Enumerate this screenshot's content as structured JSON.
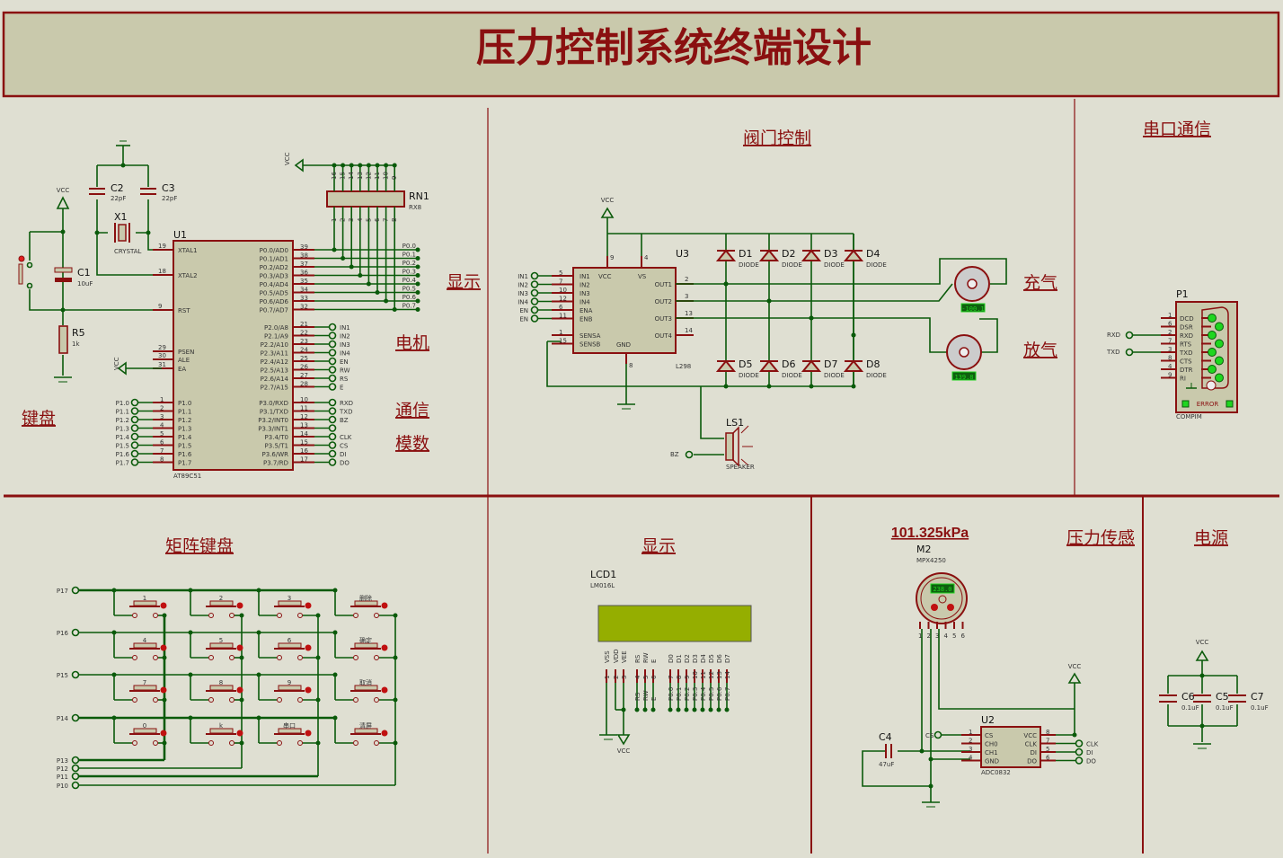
{
  "title": "压力控制系统终端设计",
  "sections": {
    "valve_control": "阀门控制",
    "serial_comm": "串口通信",
    "keyboard": "键盘",
    "display_top": "显示",
    "motor": "电机",
    "comm": "通信",
    "adc": "模数",
    "inflate": "充气",
    "deflate": "放气",
    "matrix_keyboard": "矩阵键盘",
    "display_bottom": "显示",
    "pressure_sensor": "压力传感",
    "power": "电源",
    "pressure_reading": "101.325kPa"
  },
  "mcu": {
    "ref": "U1",
    "part": "AT89C51",
    "left_pins": [
      {
        "num": "19",
        "name": "XTAL1"
      },
      {
        "num": "18",
        "name": "XTAL2"
      },
      {
        "num": "9",
        "name": "RST"
      },
      {
        "num": "29",
        "name": "PSEN"
      },
      {
        "num": "30",
        "name": "ALE"
      },
      {
        "num": "31",
        "name": "EA"
      }
    ],
    "p1_pins": [
      {
        "num": "1",
        "name": "P1.0",
        "net": "P1.0"
      },
      {
        "num": "2",
        "name": "P1.1",
        "net": "P1.1"
      },
      {
        "num": "3",
        "name": "P1.2",
        "net": "P1.2"
      },
      {
        "num": "4",
        "name": "P1.3",
        "net": "P1.3"
      },
      {
        "num": "5",
        "name": "P1.4",
        "net": "P1.4"
      },
      {
        "num": "6",
        "name": "P1.5",
        "net": "P1.5"
      },
      {
        "num": "7",
        "name": "P1.6",
        "net": "P1.6"
      },
      {
        "num": "8",
        "name": "P1.7",
        "net": "P1.7"
      }
    ],
    "p0_pins": [
      {
        "num": "39",
        "name": "P0.0/AD0",
        "net": "P0.0"
      },
      {
        "num": "38",
        "name": "P0.1/AD1",
        "net": "P0.1"
      },
      {
        "num": "37",
        "name": "P0.2/AD2",
        "net": "P0.2"
      },
      {
        "num": "36",
        "name": "P0.3/AD3",
        "net": "P0.3"
      },
      {
        "num": "35",
        "name": "P0.4/AD4",
        "net": "P0.4"
      },
      {
        "num": "34",
        "name": "P0.5/AD5",
        "net": "P0.5"
      },
      {
        "num": "33",
        "name": "P0.6/AD6",
        "net": "P0.6"
      },
      {
        "num": "32",
        "name": "P0.7/AD7",
        "net": "P0.7"
      }
    ],
    "p2_pins": [
      {
        "num": "21",
        "name": "P2.0/A8",
        "net": "IN1"
      },
      {
        "num": "22",
        "name": "P2.1/A9",
        "net": "IN2"
      },
      {
        "num": "23",
        "name": "P2.2/A10",
        "net": "IN3"
      },
      {
        "num": "24",
        "name": "P2.3/A11",
        "net": "IN4"
      },
      {
        "num": "25",
        "name": "P2.4/A12",
        "net": "EN"
      },
      {
        "num": "26",
        "name": "P2.5/A13",
        "net": "RW"
      },
      {
        "num": "27",
        "name": "P2.6/A14",
        "net": "RS"
      },
      {
        "num": "28",
        "name": "P2.7/A15",
        "net": "E"
      }
    ],
    "p3_pins": [
      {
        "num": "10",
        "name": "P3.0/RXD",
        "net": "RXD"
      },
      {
        "num": "11",
        "name": "P3.1/TXD",
        "net": "TXD"
      },
      {
        "num": "12",
        "name": "P3.2/INT0",
        "net": "BZ"
      },
      {
        "num": "13",
        "name": "P3.3/INT1",
        "net": ""
      },
      {
        "num": "14",
        "name": "P3.4/T0",
        "net": "CLK"
      },
      {
        "num": "15",
        "name": "P3.5/T1",
        "net": "CS"
      },
      {
        "num": "16",
        "name": "P3.6/WR",
        "net": "DI"
      },
      {
        "num": "17",
        "name": "P3.7/RD",
        "net": "DO"
      }
    ]
  },
  "reset": {
    "c1_ref": "C1",
    "c1_val": "10uF",
    "r5_ref": "R5",
    "r5_val": "1k",
    "vcc": "VCC"
  },
  "crystal": {
    "c2_ref": "C2",
    "c2_val": "22pF",
    "c3_ref": "C3",
    "c3_val": "22pF",
    "x1_ref": "X1",
    "x1_val": "CRYSTAL"
  },
  "vcc_label": "VCC",
  "rn1": {
    "ref": "RN1",
    "val": "RX8",
    "top_pins": [
      "16",
      "15",
      "14",
      "13",
      "12",
      "11",
      "10",
      "9"
    ],
    "bottom_pins": [
      "1",
      "2",
      "3",
      "4",
      "5",
      "6",
      "7",
      "8"
    ]
  },
  "l298": {
    "ref": "U3",
    "part": "L298",
    "vcc": "VCC",
    "inputs": [
      {
        "net": "IN1",
        "num": "5",
        "name": "IN1"
      },
      {
        "net": "IN2",
        "num": "7",
        "name": "IN2"
      },
      {
        "net": "IN3",
        "num": "10",
        "name": "IN3"
      },
      {
        "net": "IN4",
        "num": "12",
        "name": "IN4"
      },
      {
        "net": "EN",
        "num": "6",
        "name": "ENA"
      },
      {
        "net": "EN",
        "num": "11",
        "name": "ENB"
      }
    ],
    "sense": [
      {
        "num": "1",
        "name": "SENSA"
      },
      {
        "num": "15",
        "name": "SENSB"
      }
    ],
    "top": [
      {
        "num": "9",
        "name": "VCC"
      },
      {
        "num": "4",
        "name": "VS"
      }
    ],
    "gnd": {
      "num": "8",
      "name": "GND"
    },
    "outputs": [
      {
        "num": "2",
        "name": "OUT1"
      },
      {
        "num": "3",
        "name": "OUT2"
      },
      {
        "num": "13",
        "name": "OUT3"
      },
      {
        "num": "14",
        "name": "OUT4"
      }
    ]
  },
  "diodes": [
    {
      "ref": "D1",
      "val": "DIODE"
    },
    {
      "ref": "D2",
      "val": "DIODE"
    },
    {
      "ref": "D3",
      "val": "DIODE"
    },
    {
      "ref": "D4",
      "val": "DIODE"
    },
    {
      "ref": "D5",
      "val": "DIODE"
    },
    {
      "ref": "D6",
      "val": "DIODE"
    },
    {
      "ref": "D7",
      "val": "DIODE"
    },
    {
      "ref": "D8",
      "val": "DIODE"
    }
  ],
  "motors": [
    {
      "reading": "-100.1"
    },
    {
      "reading": "139.8"
    }
  ],
  "speaker": {
    "ref": "LS1",
    "val": "SPEAKER",
    "net": "BZ"
  },
  "compim": {
    "ref": "P1",
    "part": "COMPIM",
    "error": "ERROR",
    "pins": [
      {
        "num": "1",
        "name": "DCD"
      },
      {
        "num": "6",
        "name": "DSR"
      },
      {
        "num": "2",
        "name": "RXD"
      },
      {
        "num": "7",
        "name": "RTS"
      },
      {
        "num": "3",
        "name": "TXD"
      },
      {
        "num": "8",
        "name": "CTS"
      },
      {
        "num": "4",
        "name": "DTR"
      },
      {
        "num": "9",
        "name": "RI"
      }
    ],
    "rxd_net": "RXD",
    "txd_net": "TXD"
  },
  "keypad": {
    "row_nets": [
      "P17",
      "P16",
      "P15",
      "P14"
    ],
    "col_nets": [
      "P13",
      "P12",
      "P11",
      "P10"
    ],
    "keys": [
      [
        "1",
        "2",
        "3",
        "删除"
      ],
      [
        "4",
        "5",
        "6",
        "确定"
      ],
      [
        "7",
        "8",
        "9",
        "取消"
      ],
      [
        "0",
        "k",
        "串口",
        "清屏"
      ]
    ]
  },
  "lcd": {
    "ref": "LCD1",
    "part": "LM016L",
    "vcc": "VCC",
    "pins": [
      {
        "num": "1",
        "name": "VSS",
        "net": ""
      },
      {
        "num": "2",
        "name": "VDD",
        "net": ""
      },
      {
        "num": "3",
        "name": "VEE",
        "net": ""
      },
      {
        "num": "4",
        "name": "RS",
        "net": "RS"
      },
      {
        "num": "5",
        "name": "RW",
        "net": "RW"
      },
      {
        "num": "6",
        "name": "E",
        "net": "E"
      },
      {
        "num": "7",
        "name": "D0",
        "net": "P0.0"
      },
      {
        "num": "8",
        "name": "D1",
        "net": "P0.1"
      },
      {
        "num": "9",
        "name": "D2",
        "net": "P0.2"
      },
      {
        "num": "10",
        "name": "D3",
        "net": "P0.3"
      },
      {
        "num": "11",
        "name": "D4",
        "net": "P0.4"
      },
      {
        "num": "12",
        "name": "D5",
        "net": "P0.5"
      },
      {
        "num": "13",
        "name": "D6",
        "net": "P0.6"
      },
      {
        "num": "14",
        "name": "D7",
        "net": "P0.7"
      }
    ]
  },
  "sensor": {
    "ref": "M2",
    "part": "MPX4250",
    "reading": "238.0",
    "pins": [
      "1",
      "2",
      "3",
      "4",
      "5",
      "6"
    ]
  },
  "adc": {
    "ref": "U2",
    "part": "ADC0832",
    "vcc": "VCC",
    "left": [
      {
        "num": "1",
        "name": "CS",
        "net": "CS"
      },
      {
        "num": "2",
        "name": "CH0"
      },
      {
        "num": "3",
        "name": "CH1"
      },
      {
        "num": "4",
        "name": "GND"
      }
    ],
    "right": [
      {
        "num": "8",
        "name": "VCC"
      },
      {
        "num": "7",
        "name": "CLK",
        "net": "CLK"
      },
      {
        "num": "5",
        "name": "DI",
        "net": "DI"
      },
      {
        "num": "6",
        "name": "DO",
        "net": "DO"
      }
    ],
    "c4_ref": "C4",
    "c4_val": "47uF"
  },
  "power": {
    "vcc": "VCC",
    "caps": [
      {
        "ref": "C6",
        "val": "0.1uF"
      },
      {
        "ref": "C5",
        "val": "0.1uF"
      },
      {
        "ref": "C7",
        "val": "0.1uF"
      }
    ]
  }
}
